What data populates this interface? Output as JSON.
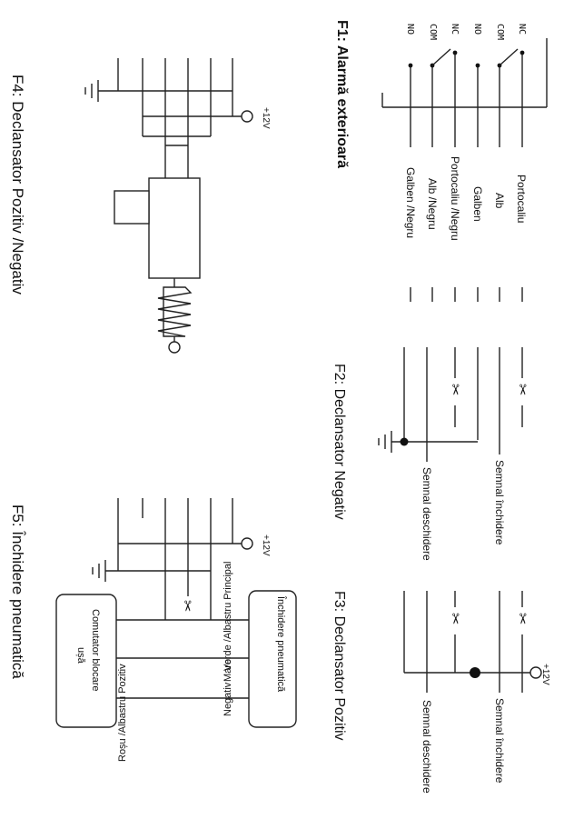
{
  "f1": {
    "title": "F1: Alarmă exterioară",
    "terminals": [
      "NC",
      "COM",
      "NO",
      "NC",
      "COM",
      "NO"
    ],
    "wires": [
      "Portocaliu",
      "Alb",
      "Galben",
      "Portocaliu /Negru",
      "Alb /Negru",
      "Galben /Negru"
    ]
  },
  "f2": {
    "title": "F2: Declansator Negativ",
    "signal_close": "Semnal închidere",
    "signal_open": "Semnal deschidere"
  },
  "f3": {
    "title": "F3: Declansator Pozitiv",
    "voltage": "+12V",
    "signal_close": "Semnal închidere",
    "signal_open": "Semnal deschidere"
  },
  "f4": {
    "title": "F4: Declansator Pozitiv /Negativ",
    "voltage": "+12V"
  },
  "f5": {
    "title": "F5: Închidere pneumatică",
    "voltage": "+12V",
    "box_top": "Închidere pneumatică",
    "box_bottom_1": "Comutator blocare",
    "box_bottom_2": "ușă",
    "wire_1": "Verde /Albastru Principal",
    "wire_2_a": "Maro",
    "wire_2_b": "Negativ",
    "wire_3": "Roșu /Albastru Pozitiv"
  }
}
